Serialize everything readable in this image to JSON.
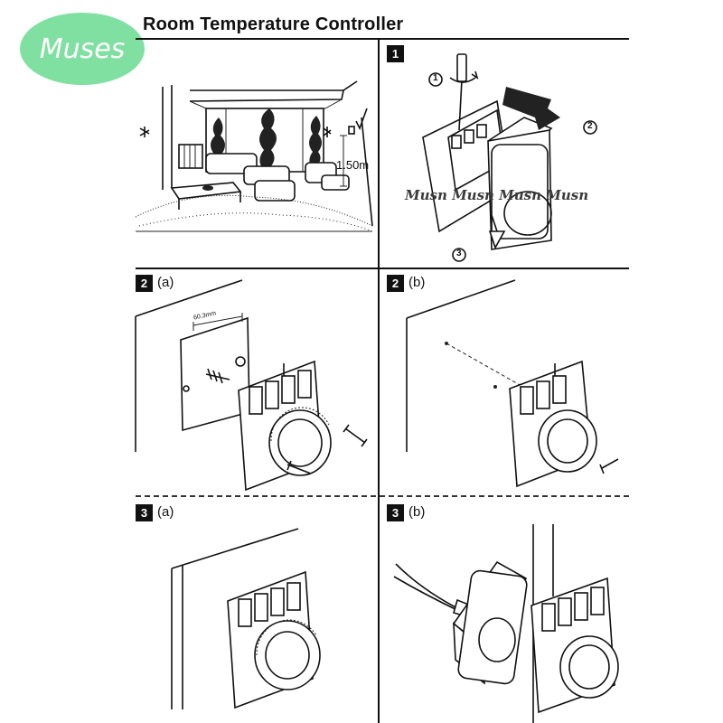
{
  "title": "Room Temperature Controller",
  "logo": {
    "text": "Muses",
    "color": "#7fe0a1"
  },
  "watermark": "Musn Musn  Musn Musn",
  "panel1": {
    "height_label": "1.50m"
  },
  "panel2": {
    "step": "1",
    "callouts": [
      "1",
      "2",
      "3"
    ]
  },
  "panel3": {
    "step": "2",
    "sub": "(a)",
    "dimension": "60.3mm"
  },
  "panel4": {
    "step": "2",
    "sub": "(b)"
  },
  "panel5": {
    "step": "3",
    "sub": "(a)"
  },
  "panel6": {
    "step": "3",
    "sub": "(b)"
  }
}
